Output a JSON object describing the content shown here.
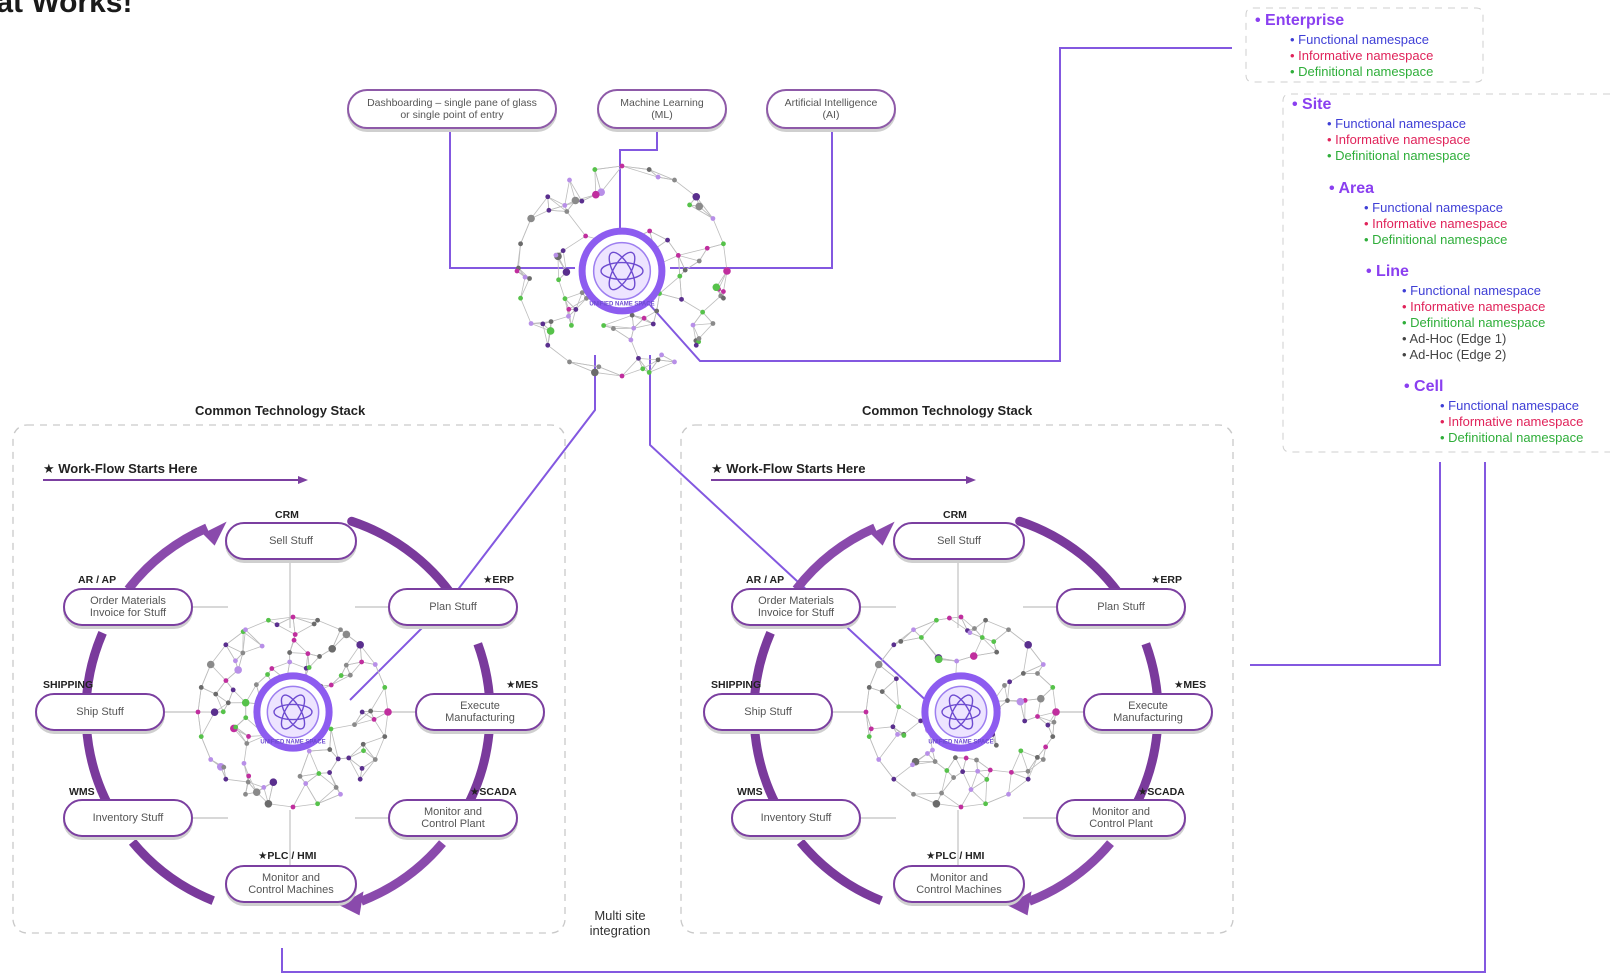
{
  "title": "hat Works!",
  "top_nodes": [
    {
      "label": "Dashboarding – single pane of glass\nor single point of entry"
    },
    {
      "label": "Machine Learning\n(ML)"
    },
    {
      "label": "Artificial Intelligence\n(AI)"
    }
  ],
  "hub_label": "UNIFIED NAME SPACE",
  "multi_site": "Multi site\nintegration",
  "stacks": [
    {
      "title": "Common Technology Stack",
      "workflow": "★ Work-Flow Starts Here",
      "labels": {
        "crm": "CRM",
        "erp": "★ERP",
        "mes": "★MES",
        "scada": "★SCADA",
        "plc": "★PLC / HMI",
        "wms": "WMS",
        "shipping": "SHIPPING",
        "arap": "AR / AP"
      },
      "nodes": {
        "sell": "Sell Stuff",
        "plan": "Plan Stuff",
        "execute": "Execute\nManufacturing",
        "monitor_plant": "Monitor and\nControl Plant",
        "monitor_machines": "Monitor and\nControl Machines",
        "inventory": "Inventory Stuff",
        "ship": "Ship Stuff",
        "order": "Order Materials\nInvoice for Stuff"
      }
    },
    {
      "title": "Common Technology Stack",
      "workflow": "★ Work-Flow Starts Here",
      "labels": {
        "crm": "CRM",
        "erp": "★ERP",
        "mes": "★MES",
        "scada": "★SCADA",
        "plc": "★PLC / HMI",
        "wms": "WMS",
        "shipping": "SHIPPING",
        "arap": "AR / AP"
      },
      "nodes": {
        "sell": "Sell Stuff",
        "plan": "Plan Stuff",
        "execute": "Execute\nManufacturing",
        "monitor_plant": "Monitor and\nControl Plant",
        "monitor_machines": "Monitor and\nControl Machines",
        "inventory": "Inventory Stuff",
        "ship": "Ship Stuff",
        "order": "Order Materials\nInvoice for Stuff"
      }
    }
  ],
  "namespace": {
    "enterprise": {
      "head": "Enterprise",
      "items": [
        "Functional namespace",
        "Informative namespace",
        "Definitional namespace"
      ]
    },
    "site": {
      "head": "Site",
      "items": [
        "Functional namespace",
        "Informative namespace",
        "Definitional namespace"
      ]
    },
    "area": {
      "head": "Area",
      "items": [
        "Functional namespace",
        "Informative namespace",
        "Definitional namespace"
      ]
    },
    "line": {
      "head": "Line",
      "items": [
        "Functional namespace",
        "Informative namespace",
        "Definitional namespace",
        "Ad-Hoc (Edge 1)",
        "Ad-Hoc (Edge 2)"
      ]
    },
    "cell": {
      "head": "Cell",
      "items": [
        "Functional namespace",
        "Informative namespace",
        "Definitional namespace"
      ]
    }
  },
  "colors": {
    "purple": "#7b3fa0",
    "violet": "#8d5cf0",
    "functional": "#3f3fd6",
    "informative": "#e0235a",
    "definitional": "#2fae3a"
  }
}
